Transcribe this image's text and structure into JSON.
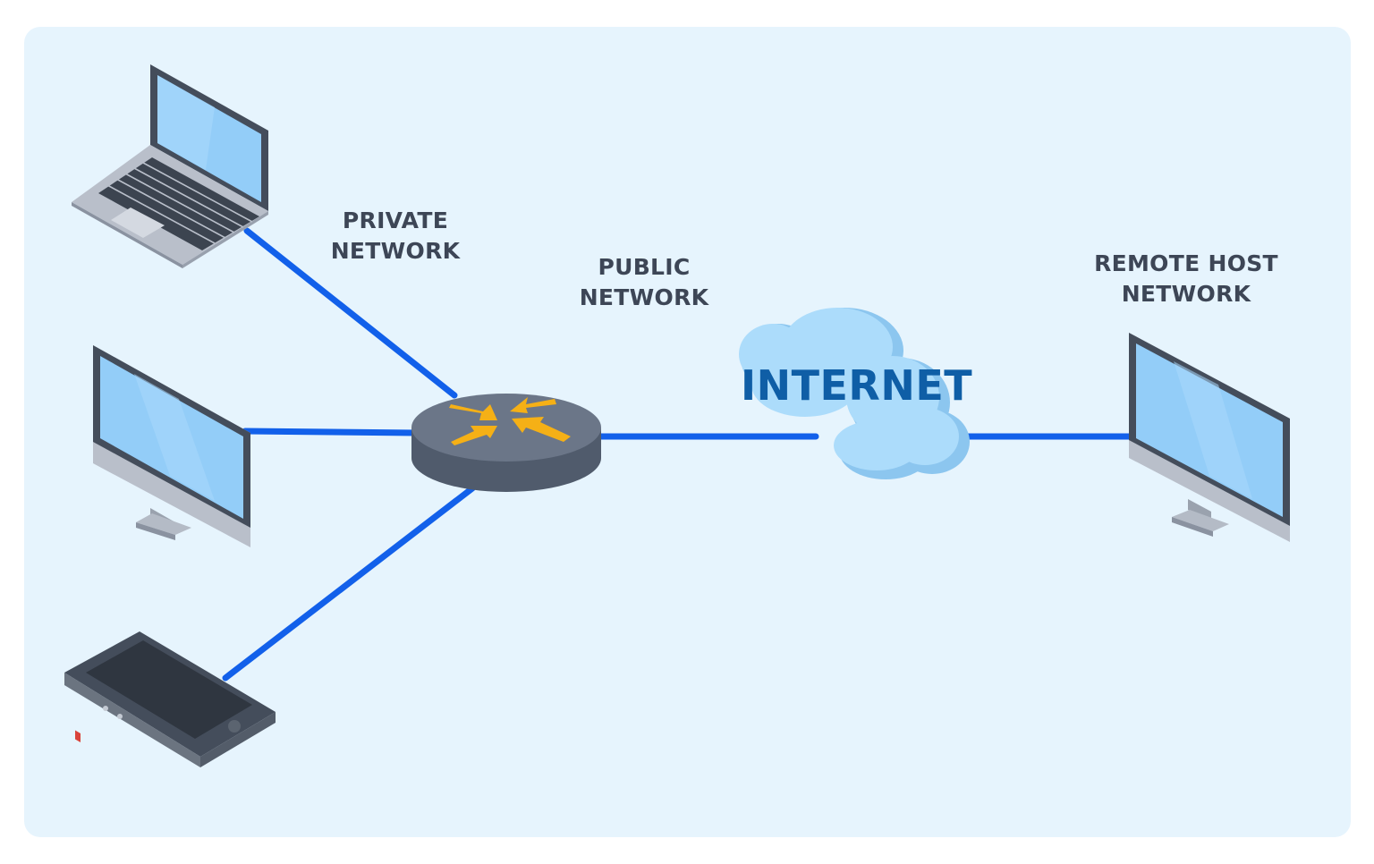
{
  "labels": {
    "private_network": [
      "PRIVATE",
      "NETWORK"
    ],
    "public_network": [
      "PUBLIC",
      "NETWORK"
    ],
    "remote_host_network": [
      "REMOTE HOST",
      "NETWORK"
    ],
    "internet": "INTERNET"
  },
  "colors": {
    "background_panel": "#e6f4fd",
    "connection_line": "#1260ea",
    "router_top": "#6b7688",
    "router_side": "#505b6c",
    "arrow": "#f5b016",
    "cloud": "#a6d8f8",
    "screen": "#93cdf8",
    "device_frame": "#444d5b",
    "label_text": "#3d4656",
    "internet_text": "#0f5ea6"
  },
  "icons": {
    "laptop": "laptop-icon",
    "desktop_monitor": "desktop-monitor-icon",
    "smartphone": "smartphone-icon",
    "router": "router-icon",
    "cloud": "cloud-icon",
    "remote_monitor": "remote-monitor-icon"
  }
}
